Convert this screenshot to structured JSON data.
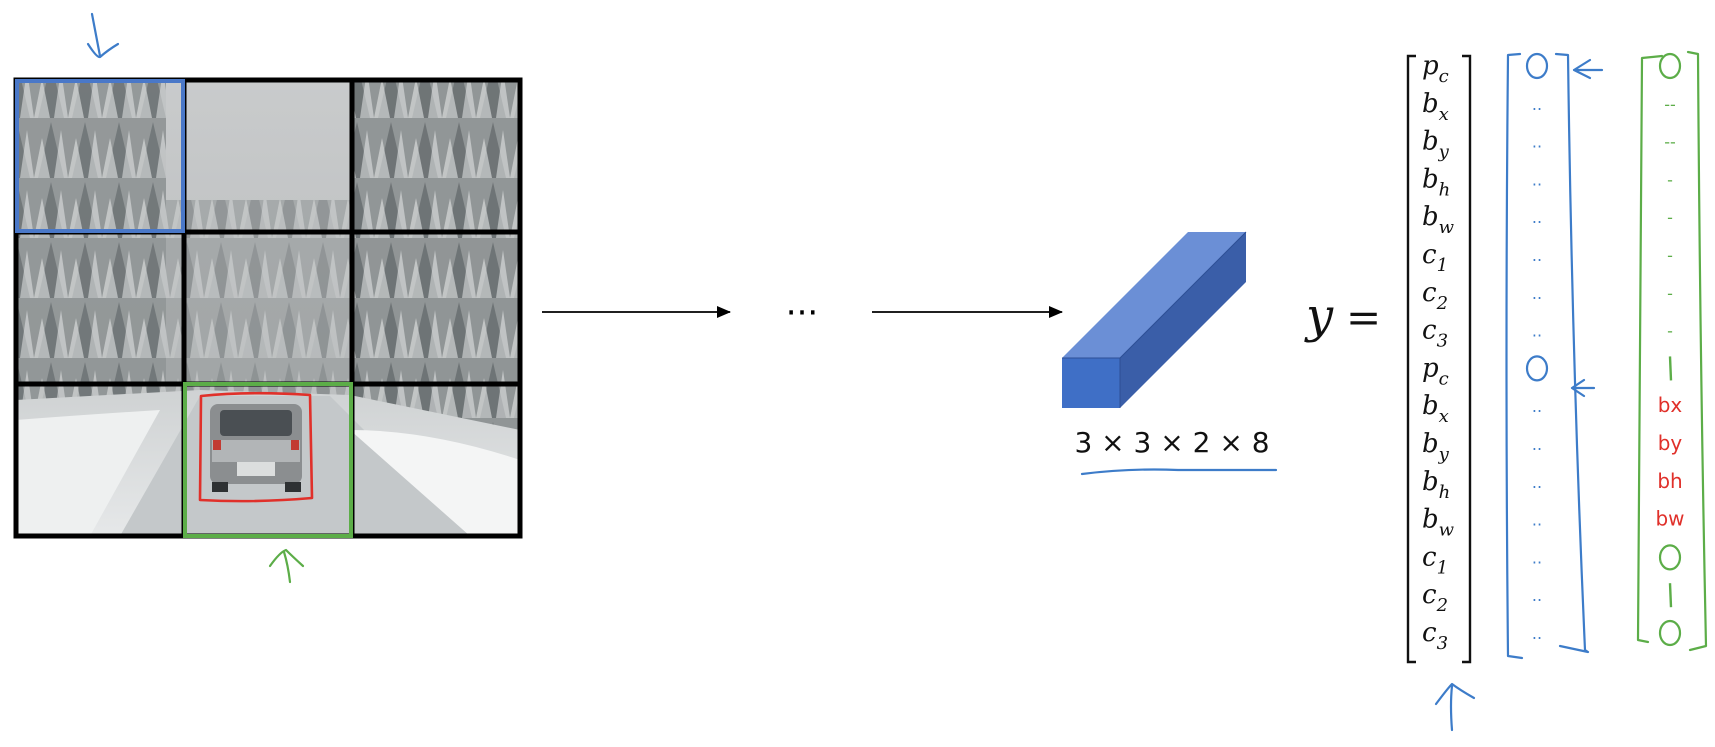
{
  "grid": {
    "rows": 3,
    "cols": 3,
    "highlighted_cells": [
      {
        "row": 0,
        "col": 0,
        "color": "#4a78c8"
      },
      {
        "row": 2,
        "col": 1,
        "color": "#5cad48"
      }
    ],
    "object_box_color": "#e0302a"
  },
  "pipeline": {
    "ellipsis": "···"
  },
  "output_volume": {
    "dimensions_label": "3 × 3 × 2 × 8",
    "front_color": "#3f6fc6",
    "top_color": "#6b8fd6",
    "side_color": "#3a5ea8"
  },
  "equation": {
    "lhs": "y",
    "equals": "="
  },
  "vector": {
    "entries": [
      {
        "base": "p",
        "sub": "c"
      },
      {
        "base": "b",
        "sub": "x"
      },
      {
        "base": "b",
        "sub": "y"
      },
      {
        "base": "b",
        "sub": "h"
      },
      {
        "base": "b",
        "sub": "w"
      },
      {
        "base": "c",
        "sub": "1"
      },
      {
        "base": "c",
        "sub": "2"
      },
      {
        "base": "c",
        "sub": "3"
      },
      {
        "base": "p",
        "sub": "c"
      },
      {
        "base": "b",
        "sub": "x"
      },
      {
        "base": "b",
        "sub": "y"
      },
      {
        "base": "b",
        "sub": "h"
      },
      {
        "base": "b",
        "sub": "w"
      },
      {
        "base": "c",
        "sub": "1"
      },
      {
        "base": "c",
        "sub": "2"
      },
      {
        "base": "c",
        "sub": "3"
      }
    ]
  },
  "annotations": {
    "blue_column": [
      "0",
      "..",
      "..",
      "..",
      "..",
      "..",
      "..",
      "..",
      "0",
      "..",
      "..",
      "..",
      "..",
      "..",
      "..",
      ".."
    ],
    "green_column": [
      "0",
      "--",
      "--",
      "-",
      "-",
      "-",
      "-",
      "-",
      "1",
      "bx",
      "by",
      "bh",
      "bw",
      "0",
      "1",
      "0"
    ],
    "blue_color": "#3d7cc9",
    "green_color": "#5cad48",
    "red_color": "#e0302a"
  }
}
